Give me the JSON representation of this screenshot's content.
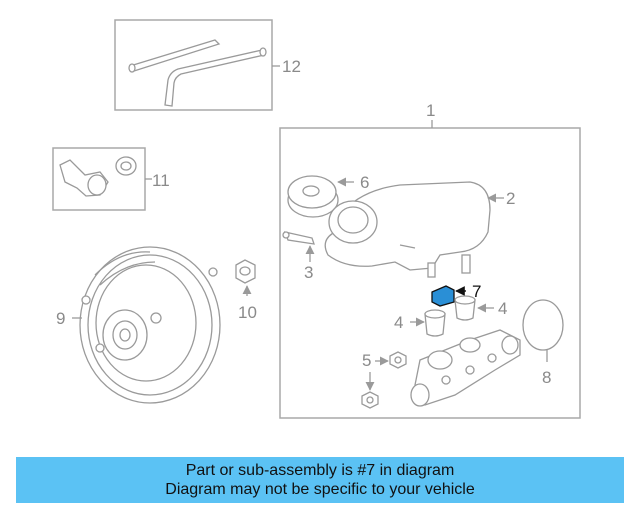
{
  "diagram": {
    "highlight_color": "#2a8fd6",
    "callouts": {
      "c1": "1",
      "c2": "2",
      "c3": "3",
      "c4a": "4",
      "c4b": "4",
      "c5": "5",
      "c6": "6",
      "c7": "7",
      "c8": "8",
      "c9": "9",
      "c10": "10",
      "c11": "11",
      "c12": "12"
    }
  },
  "banner": {
    "color": "#5bc2f4",
    "line1": "Part or sub-assembly is #7 in diagram",
    "line2": "Diagram may not be specific to your vehicle"
  }
}
